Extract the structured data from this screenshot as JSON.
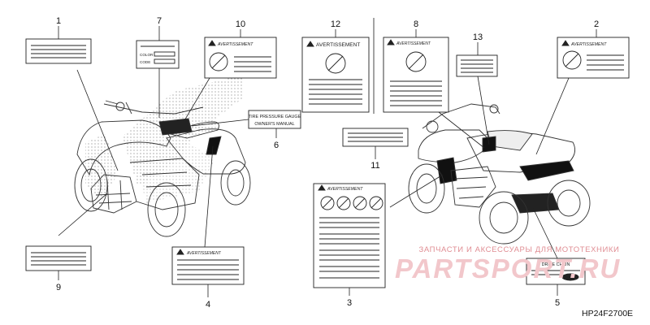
{
  "diagram": {
    "code": "HP24F2700E",
    "callouts": [
      "1",
      "2",
      "3",
      "4",
      "5",
      "6",
      "7",
      "8",
      "9",
      "10",
      "11",
      "12",
      "13"
    ],
    "labels": {
      "avertissement": "AVERTISSEMENT",
      "color": "COLOR",
      "code": "CODE",
      "tire_line1": "TIRE PRESSURE GAUGE",
      "tire_line2": "OWNER'S MANUAL",
      "drive_chain": "DRIVE CHAIN"
    }
  },
  "watermark": {
    "line": "ЗАПЧАСТИ И АКСЕССУАРЫ ДЛЯ МОТОТЕХНИКИ",
    "brand": "PARTSPORT.RU"
  }
}
